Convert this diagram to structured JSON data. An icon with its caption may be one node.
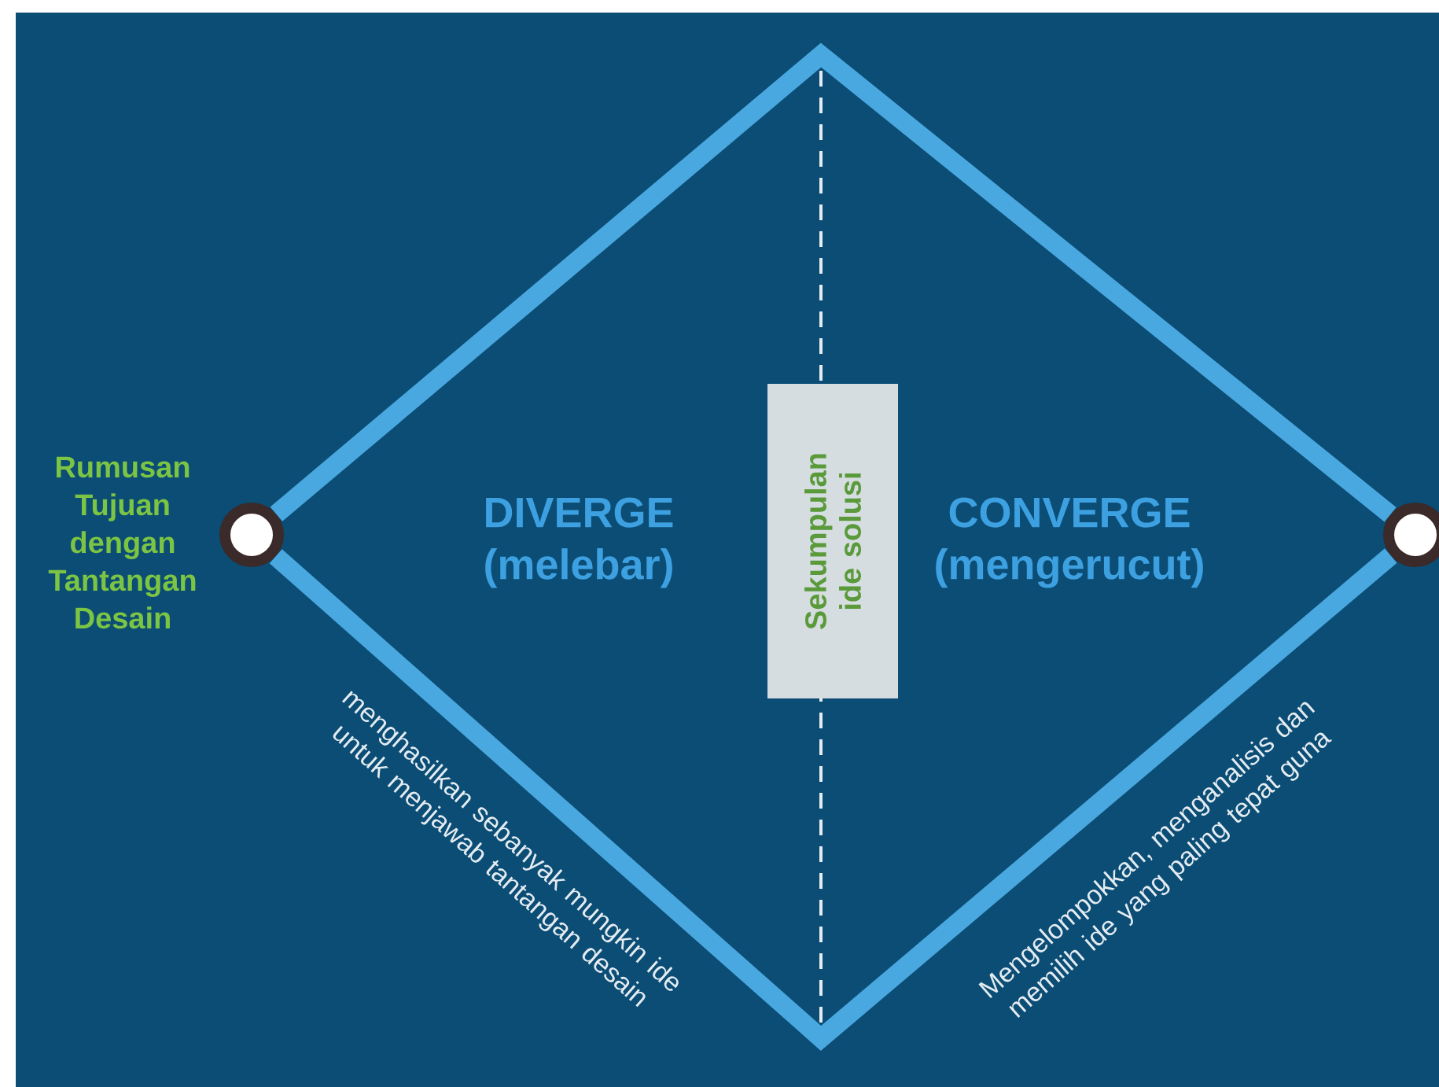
{
  "diagram": {
    "nodes": [
      {
        "text": [],
        "shape": "circle",
        "beside": [
          "Rumusan Tujuan dengan Tantangan Desain"
        ]
      },
      {
        "text": [
          "Sekumpulan ide solusi"
        ]
      },
      {
        "text": [],
        "shape": "circle"
      }
    ],
    "edges": [
      {
        "from": 0,
        "to": 2,
        "arrow": "none"
      },
      {
        "from": 0,
        "to": 2,
        "arrow": "none"
      }
    ],
    "labels": [
      "DIVERGE (melebar)",
      "CONVERGE (mengerucut)",
      "menghasilkan sebanyak mungkin ide untuk menjawab tantangan desain",
      "Mengelompokkan, menganalisis dan memilih ide yang paling tepat guna"
    ]
  }
}
